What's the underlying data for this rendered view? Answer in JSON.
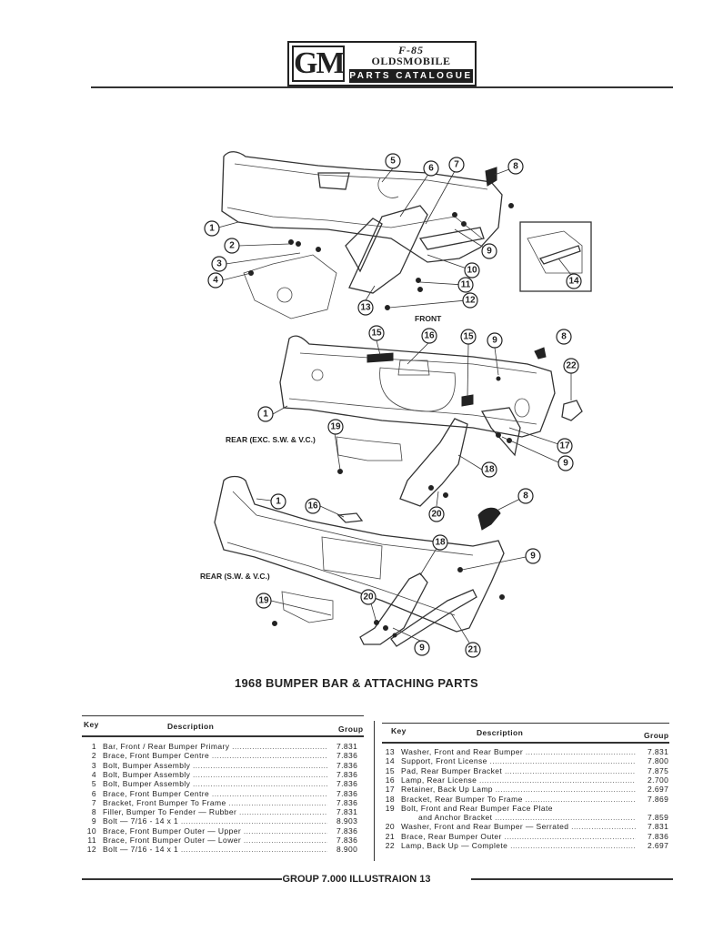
{
  "header": {
    "logo_gm": "GM",
    "logo_f85": "F-85",
    "logo_make": "OLDSMOBILE",
    "logo_banner": "PARTS CATALOGUE"
  },
  "diagram": {
    "view_front": "FRONT",
    "view_rear_exc": "REAR (EXC. S.W. & V.C.)",
    "view_rear_sw": "REAR (S.W. & V.C.)",
    "callouts_front": [
      "1",
      "2",
      "3",
      "4",
      "5",
      "6",
      "7",
      "8",
      "9",
      "10",
      "11",
      "12",
      "13",
      "14"
    ],
    "callouts_rear_exc": [
      "15",
      "16",
      "15",
      "9",
      "8",
      "22",
      "1",
      "19",
      "17",
      "9",
      "18",
      "20"
    ],
    "callouts_rear_sw": [
      "1",
      "16",
      "8",
      "18",
      "9",
      "19",
      "20",
      "9",
      "21"
    ]
  },
  "title": "1968 BUMPER BAR & ATTACHING PARTS",
  "parts_table": {
    "headers": {
      "key": "Key",
      "description": "Description",
      "group": "Group"
    },
    "left": [
      {
        "key": "1",
        "desc": "Bar, Front / Rear Bumper Primary",
        "group": "7.831"
      },
      {
        "key": "2",
        "desc": "Brace, Front Bumper Centre",
        "group": "7.836"
      },
      {
        "key": "3",
        "desc": "Bolt, Bumper Assembly",
        "group": "7.836"
      },
      {
        "key": "4",
        "desc": "Bolt, Bumper Assembly",
        "group": "7.836"
      },
      {
        "key": "5",
        "desc": "Bolt, Bumper Assembly",
        "group": "7.836"
      },
      {
        "key": "6",
        "desc": "Brace, Front Bumper Centre",
        "group": "7.836"
      },
      {
        "key": "7",
        "desc": "Bracket, Front Bumper To Frame",
        "group": "7.836"
      },
      {
        "key": "8",
        "desc": "Filler, Bumper To Fender — Rubber",
        "group": "7.831"
      },
      {
        "key": "9",
        "desc": "Bolt — 7/16 - 14 x 1",
        "group": "8.903"
      },
      {
        "key": "10",
        "desc": "Brace, Front Bumper Outer — Upper",
        "group": "7.836"
      },
      {
        "key": "11",
        "desc": "Brace, Front Bumper Outer — Lower",
        "group": "7.836"
      },
      {
        "key": "12",
        "desc": "Bolt — 7/16 - 14 x 1",
        "group": "8.900"
      }
    ],
    "right": [
      {
        "key": "13",
        "desc": "Washer, Front and Rear Bumper",
        "group": "7.831"
      },
      {
        "key": "14",
        "desc": "Support, Front License",
        "group": "7.800"
      },
      {
        "key": "15",
        "desc": "Pad, Rear Bumper Bracket",
        "group": "7.875"
      },
      {
        "key": "16",
        "desc": "Lamp, Rear License",
        "group": "2.700"
      },
      {
        "key": "17",
        "desc": "Retainer, Back Up Lamp",
        "group": "2.697"
      },
      {
        "key": "18",
        "desc": "Bracket, Rear Bumper To Frame",
        "group": "7.869"
      },
      {
        "key": "19",
        "desc": "Bolt, Front and Rear Bumper Face Plate",
        "group": ""
      },
      {
        "key": "",
        "desc": "and Anchor Bracket",
        "group": "7.859"
      },
      {
        "key": "20",
        "desc": "Washer, Front and Rear Bumper — Serrated",
        "group": "7.831"
      },
      {
        "key": "21",
        "desc": "Brace, Rear Bumper Outer",
        "group": "7.836"
      },
      {
        "key": "22",
        "desc": "Lamp, Back Up — Complete",
        "group": "2.697"
      }
    ]
  },
  "footer": "GROUP 7.000 ILLUSTRAION 13"
}
